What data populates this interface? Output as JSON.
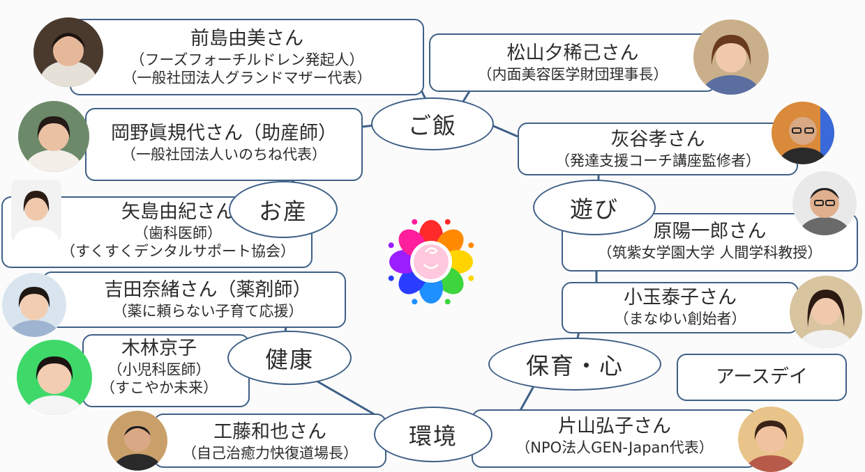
{
  "hubs": {
    "gohan": "ご飯",
    "osan": "お産",
    "asobi": "遊び",
    "kenko": "健康",
    "hoiku": "保育・心",
    "kankyo": "環境"
  },
  "people": {
    "maejima": {
      "name": "前島由美さん",
      "line1": "（フーズフォーチルドレン発起人）",
      "line2": "（一般社団法人グランドマザー代表）"
    },
    "okano": {
      "name": "岡野眞規代さん（助産師）",
      "line1": "（一般社団法人いのちね代表）"
    },
    "yajima": {
      "name": "矢島由紀さん",
      "line1": "（歯科医師）",
      "line2": "（すくすくデンタルサポート協会）"
    },
    "yoshida": {
      "name": "吉田奈緒さん（薬剤師）",
      "line1": "（薬に頼らない子育て応援）"
    },
    "kibayashi": {
      "name": "木林京子",
      "line1": "（小児科医師）",
      "line2": "（すこやか未来）"
    },
    "kudo": {
      "name": "工藤和也さん",
      "line1": "（自己治癒力快復道場長）"
    },
    "matsuyama": {
      "name": "松山夕稀己さん",
      "line1": "（内面美容医学財団理事長）"
    },
    "haitani": {
      "name": "灰谷孝さん",
      "line1": "（発達支援コーチ講座監修者）"
    },
    "hara": {
      "name": "原陽一郎さん",
      "line1": "（筑紫女学園大学 人間学科教授）"
    },
    "kodama": {
      "name": "小玉泰子さん",
      "line1": "（まなゆい創始者）"
    },
    "earthday": {
      "name": "アースデイ"
    },
    "katayama": {
      "name": "片山弘子さん",
      "line1": "（NPO法人GEN-Japan代表）"
    }
  },
  "colors": {
    "border": "#3e5f86",
    "petals": [
      "#ff2a2a",
      "#ff8a00",
      "#ffd400",
      "#3dd43d",
      "#1e90ff",
      "#2a3cff",
      "#9b1eff",
      "#ff1e9b"
    ],
    "center": "#ffc8dc"
  }
}
